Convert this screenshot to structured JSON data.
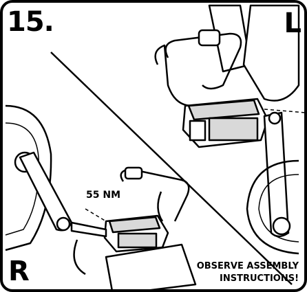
{
  "step_number": "15.",
  "left_side_label": "L",
  "right_side_label": "R",
  "torque_label": "55 NM",
  "warning": {
    "line1": "OBSERVE ASSEMBLY",
    "line2": "INSTRUCTIONS!"
  },
  "colors": {
    "ink": "#000000",
    "paper": "#ffffff",
    "shade": "#d9d9d9"
  }
}
